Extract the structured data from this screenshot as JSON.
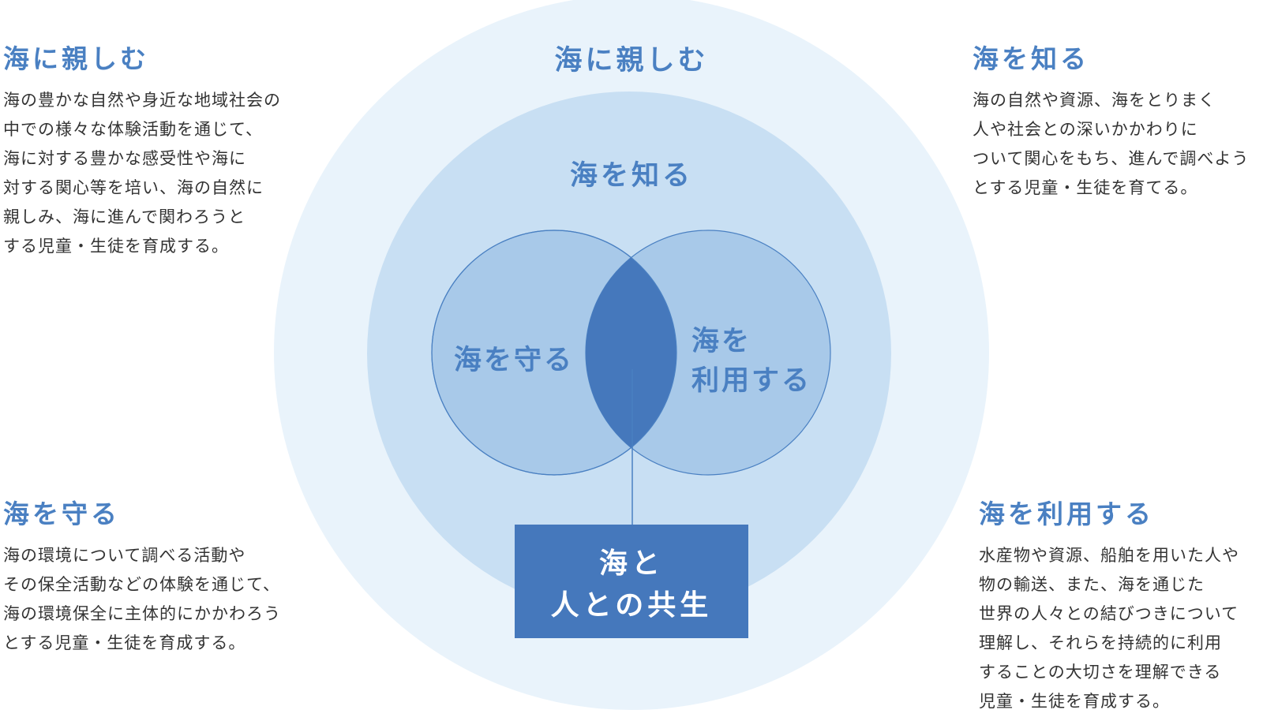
{
  "colors": {
    "outer_circle": "#e9f3fb",
    "middle_circle": "#c8dff3",
    "venn_circle": "#a8c9e9",
    "venn_stroke": "#4a80c2",
    "intersection": "#4578bc",
    "label_blue": "#4a80c2",
    "box_fill": "#4578bc",
    "box_text": "#ffffff"
  },
  "diagram": {
    "outer_label": "海に親しむ",
    "middle_label": "海を知る",
    "left_label": "海を守る",
    "right_label_line1": "海を",
    "right_label_line2": "利用する",
    "center_box_line1": "海と",
    "center_box_line2": "人との共生"
  },
  "panels": {
    "top_left": {
      "title": "海に親しむ",
      "text": "海の豊かな自然や身近な地域社会の\n中での様々な体験活動を通じて、\n海に対する豊かな感受性や海に\n対する関心等を培い、海の自然に\n親しみ、海に進んで関わろうと\nする児童・生徒を育成する。"
    },
    "top_right": {
      "title": "海を知る",
      "text": "海の自然や資源、海をとりまく\n人や社会との深いかかわりに\nついて関心をもち、進んで調べよう\nとする児童・生徒を育てる。"
    },
    "bottom_left": {
      "title": "海を守る",
      "text": "海の環境について調べる活動や\nその保全活動などの体験を通じて、\n海の環境保全に主体的にかかわろう\nとする児童・生徒を育成する。"
    },
    "bottom_right": {
      "title": "海を利用する",
      "text": "水産物や資源、船舶を用いた人や\n物の輸送、また、海を通じた\n世界の人々との結びつきについて\n理解し、それらを持続的に利用\nすることの大切さを理解できる\n児童・生徒を育成する。"
    }
  }
}
